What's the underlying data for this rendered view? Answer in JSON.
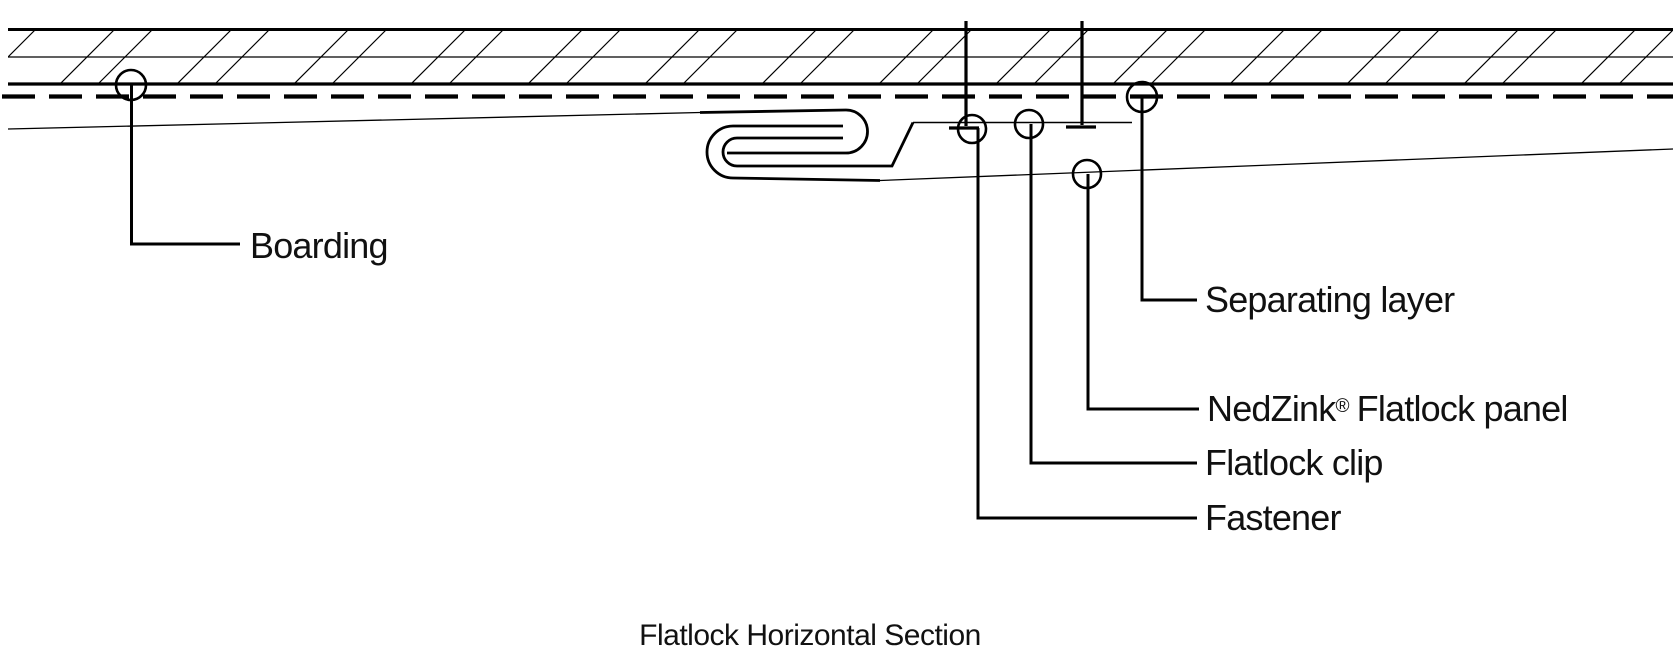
{
  "diagram": {
    "caption": "Flatlock Horizontal Section",
    "labels": {
      "boarding": "Boarding",
      "separating_layer": "Separating layer",
      "nedzink_brand": "NedZink",
      "nedzink_reg": "®",
      "nedzink_rest": "Flatlock panel",
      "flatlock_clip": "Flatlock clip",
      "fastener": "Fastener"
    },
    "colors": {
      "line": "#000000",
      "text": "#111111",
      "background": "#ffffff"
    }
  }
}
